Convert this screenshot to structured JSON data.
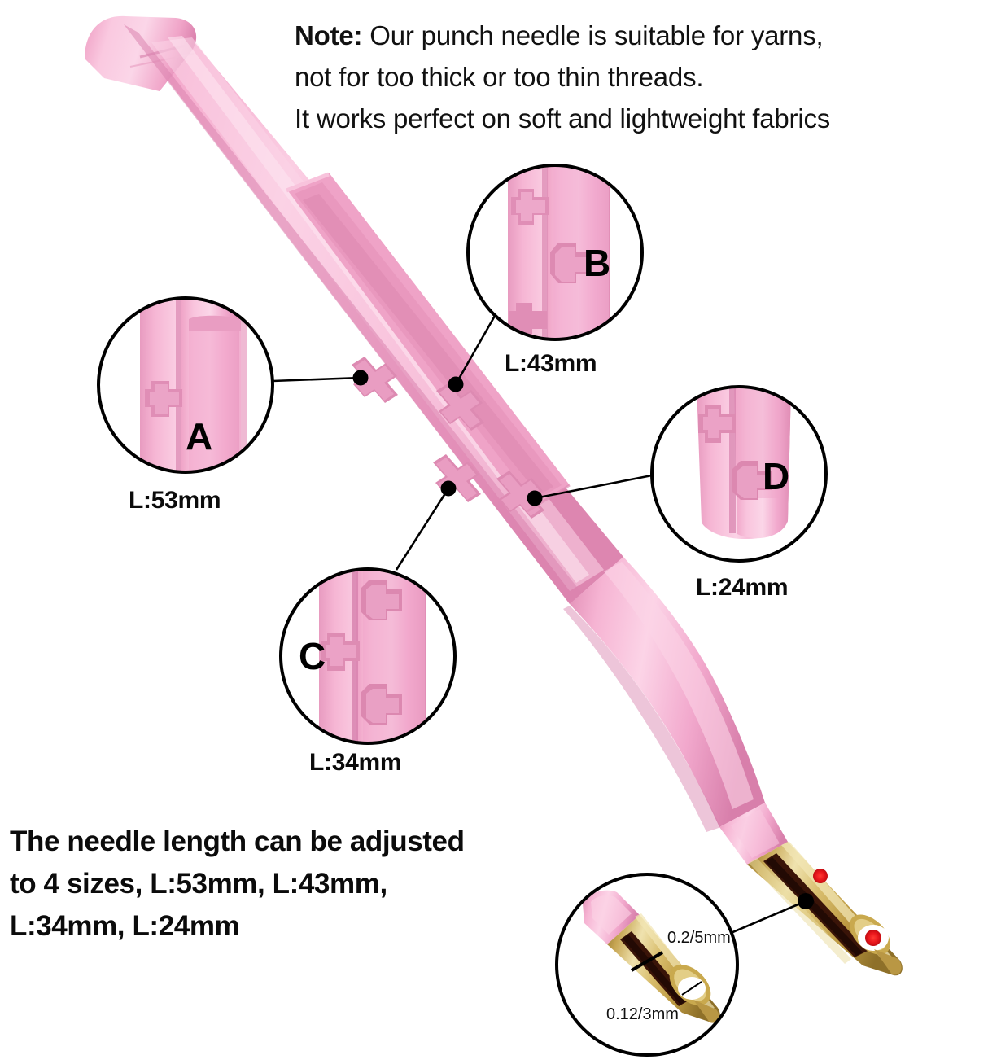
{
  "note": {
    "lead": "Note:",
    "line1_rest": " Our punch needle is suitable for yarns,",
    "line2": "not for too thick or too thin threads.",
    "line3": "It works perfect on soft and lightweight fabrics"
  },
  "headline": {
    "line1": "The needle length can be adjusted",
    "line2": "to 4 sizes, L:53mm, L:43mm,",
    "line3": "L:34mm, L:24mm"
  },
  "callouts": [
    {
      "letter": "A",
      "length_label": "L:53mm"
    },
    {
      "letter": "B",
      "length_label": "L:43mm"
    },
    {
      "letter": "C",
      "length_label": "L:34mm"
    },
    {
      "letter": "D",
      "length_label": "L:24mm"
    }
  ],
  "tip_detail": {
    "gauge_large": "0.2/5mm",
    "gauge_small": "0.12/3mm"
  },
  "colors": {
    "pink_base": "#F4A7CB",
    "pink_light": "#FAC8DE",
    "pink_shadow": "#E08BB4",
    "pink_groove": "#DE8FB6",
    "gold_light": "#E8D9A0",
    "gold_mid": "#C9A94E",
    "gold_dark": "#9C7F31",
    "channel_dark": "#3A1408",
    "thread_red": "#E8161B",
    "outline": "#000000",
    "text": "#111111",
    "background": "#FFFFFF"
  }
}
